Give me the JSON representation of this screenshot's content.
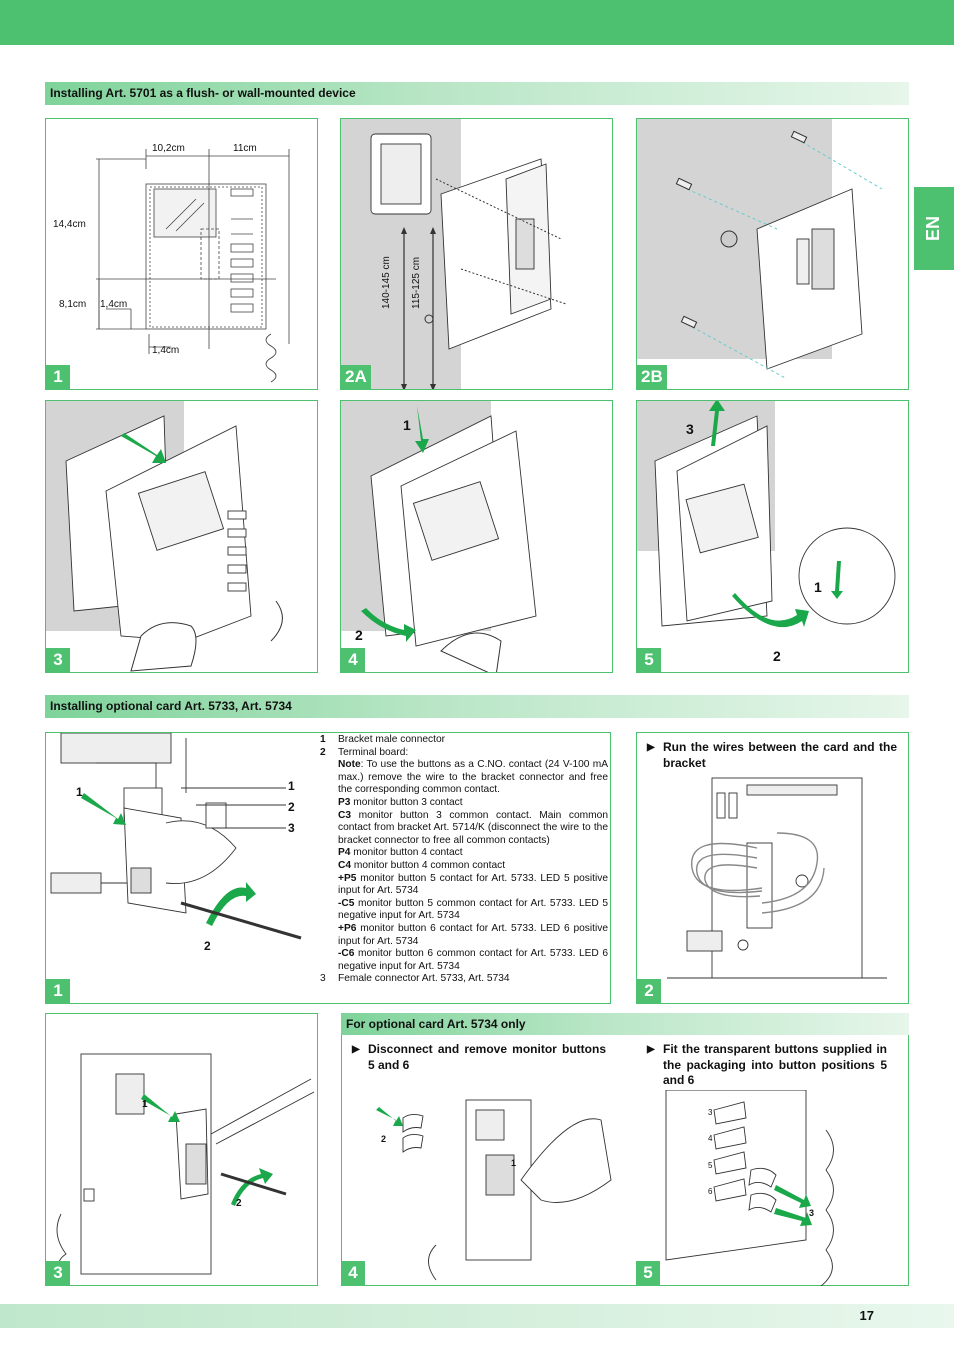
{
  "header": {
    "en_tab": "EN"
  },
  "sections": {
    "flush_mount_title": "Installing Art. 5701 as a flush- or wall-mounted device",
    "optional_card_title": "Installing optional card Art. 5733, Art. 5734",
    "card_5734_title": "For optional card Art. 5734 only"
  },
  "panels": {
    "p1": {
      "num": "1",
      "dim_width_1": "10,2cm",
      "dim_width_2": "11cm",
      "dim_height_1": "14,4cm",
      "dim_height_2": "8,1cm",
      "dim_small_1": "1,4cm",
      "dim_small_2": "1,4cm"
    },
    "p2a": {
      "num": "2A",
      "height_1": "140-145 cm",
      "height_2": "115-125 cm"
    },
    "p2b": {
      "num": "2B"
    },
    "p3": {
      "num": "3"
    },
    "p4": {
      "num": "4",
      "step_1": "1",
      "step_2": "2"
    },
    "p5": {
      "num": "5",
      "step_1": "1",
      "step_2": "2",
      "step_3": "3"
    },
    "c1": {
      "num": "1",
      "callout_1": "1",
      "callout_2": "2",
      "callout_3": "3",
      "arrow_1": "1",
      "arrow_2": "2"
    },
    "c2": {
      "num": "2",
      "instruction": "Run the wires between the card and the bracket"
    },
    "c3": {
      "num": "3",
      "step_1": "1",
      "step_2": "2"
    },
    "c4": {
      "num": "4",
      "instruction": "Disconnect and remove monitor buttons 5 and 6",
      "step_1": "1",
      "step_2": "2"
    },
    "c5": {
      "num": "5",
      "instruction": "Fit the transparent buttons supplied in the packaging into button positions 5 and 6",
      "pos_3": "3",
      "pos_4": "4",
      "pos_5": "5",
      "pos_6": "6",
      "step_3": "3"
    }
  },
  "legend": {
    "i1_key": "1",
    "i1_text": "Bracket male connector",
    "i2_key": "2",
    "i2_text": "Terminal board:",
    "note_label": "Note",
    "note_text": ": To use the buttons as a C.NO. contact (24 V-100 mA max.) remove the wire to the bracket connector and free the corresponding common contact.",
    "p3_label": "P3",
    "p3_text": " monitor button 3 contact",
    "c3_label": "C3",
    "c3_text": " monitor button 3 common contact. Main common contact from bracket Art. 5714/K (disconnect the wire to the bracket connector to free all common contacts)",
    "p4_label": "P4",
    "p4_text": " monitor button 4 contact",
    "c4_label": "C4",
    "c4_text": " monitor button 4 common contact",
    "p5_label": "+P5",
    "p5_text": " monitor button 5 contact for Art. 5733. LED 5 positive input for Art. 5734",
    "c5_label": "-C5",
    "c5_text": " monitor button 5 common contact for Art. 5733. LED 5 negative input for Art. 5734",
    "p6_label": "+P6",
    "p6_text": " monitor button 6 contact for Art. 5733. LED 6 positive input for Art. 5734",
    "c6_label": "-C6",
    "c6_text": " monitor button 6 common contact for Art. 5733. LED 6 negative input for Art. 5734",
    "i3_key": "3",
    "i3_text": "Female connector Art. 5733, Art. 5734"
  },
  "footer": {
    "page_number": "17"
  },
  "colors": {
    "brand_green": "#4dc170",
    "arrow_green": "#1aa84a"
  }
}
